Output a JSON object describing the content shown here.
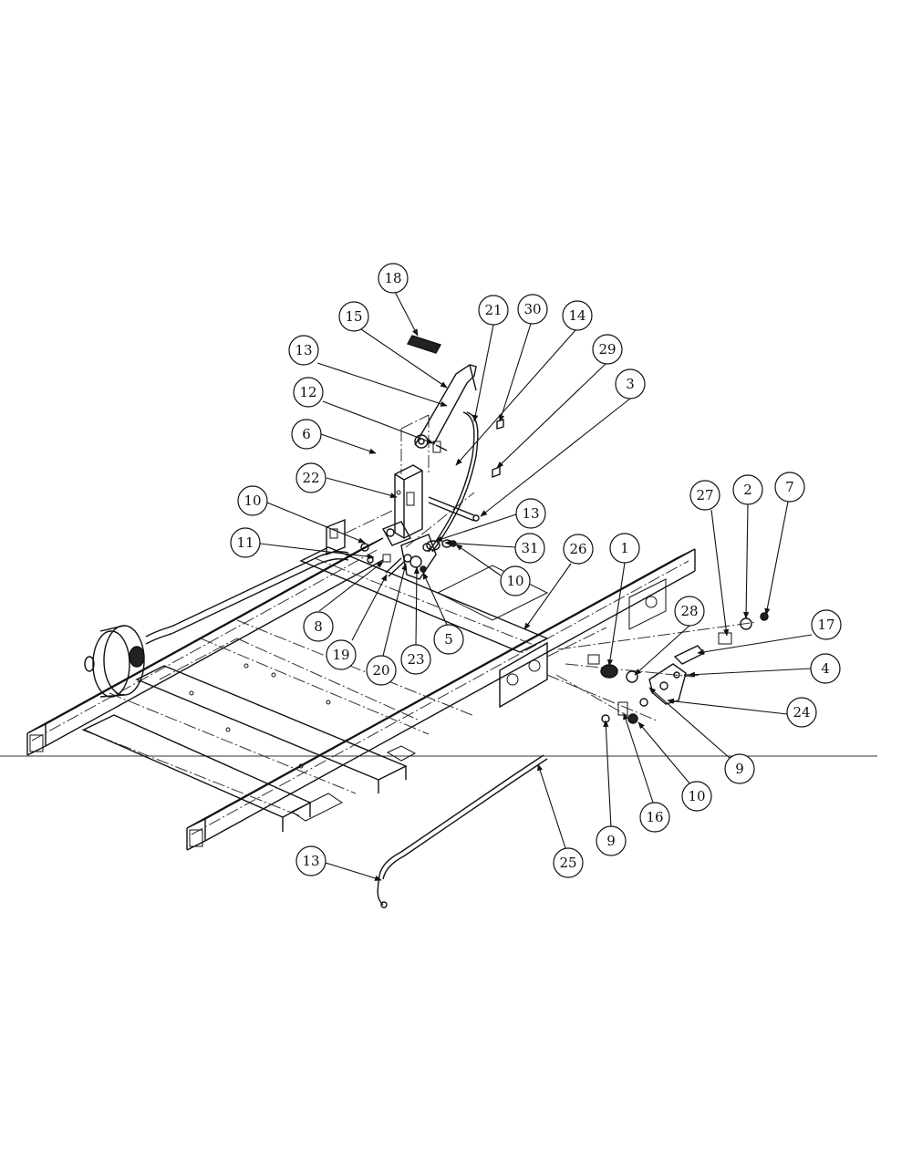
{
  "callouts": [
    "18",
    "15",
    "21",
    "30",
    "14",
    "13",
    "29",
    "12",
    "3",
    "6",
    "22",
    "10",
    "13",
    "11",
    "31",
    "26",
    "1",
    "27",
    "2",
    "7",
    "10",
    "8",
    "19",
    "20",
    "23",
    "5",
    "28",
    "17",
    "4",
    "24",
    "9",
    "10",
    "9",
    "16",
    "25",
    "13"
  ]
}
